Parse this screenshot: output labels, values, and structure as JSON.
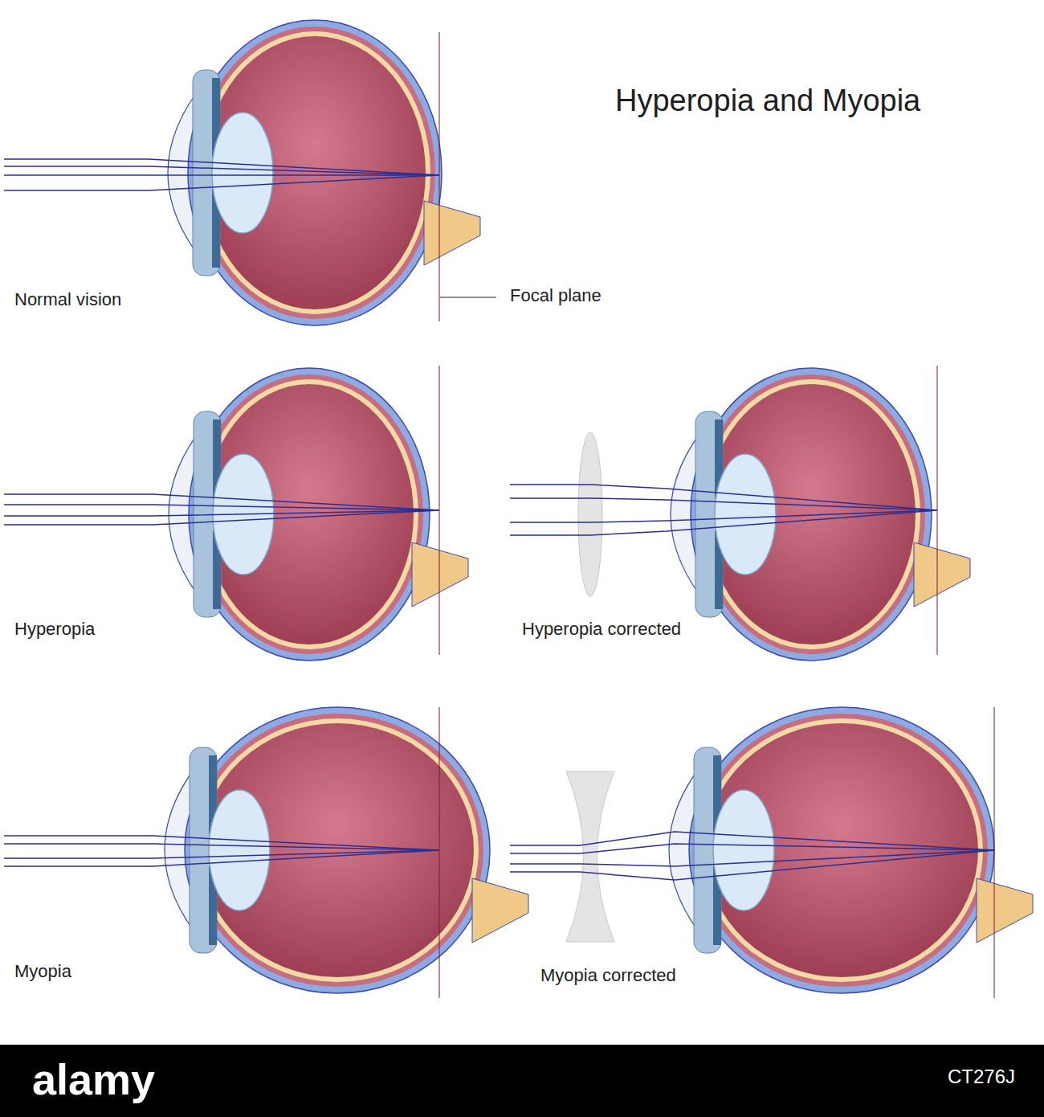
{
  "diagram": {
    "title": "Hyperopia and Myopia",
    "labels": [
      "Normal vision",
      "Focal plane",
      "Hyperopia",
      "Hyperopia corrected",
      "Myopia",
      "Myopia corrected",
      "alamy",
      "CT276J"
    ]
  }
}
